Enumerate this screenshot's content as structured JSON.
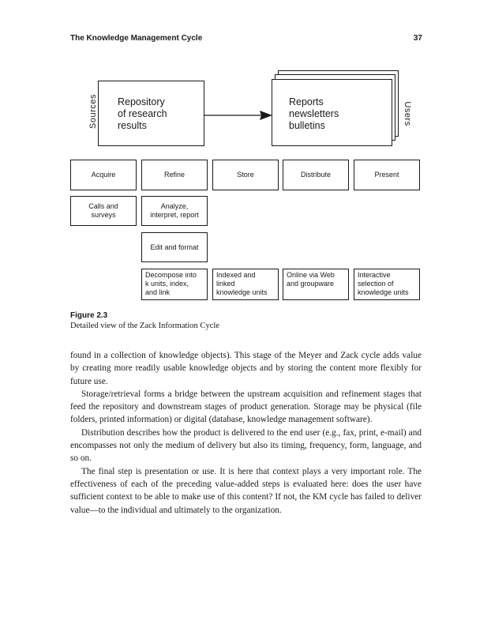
{
  "header": {
    "running_title": "The Knowledge Management Cycle",
    "page_number": "37"
  },
  "figure": {
    "sources_label": "Sources",
    "users_label": "Users",
    "repository_text": "Repository\nof research\nresults",
    "reports_text": "Reports\nnewsletters\nbulletins",
    "stages": [
      "Acquire",
      "Refine",
      "Store",
      "Distribute",
      "Present"
    ],
    "details": {
      "acquire_1": "Calls and\nsurveys",
      "refine_1": "Analyze,\ninterpret, report",
      "refine_2": "Edit and format",
      "refine_3": "Decompose into\nk units, index,\nand link",
      "store_1": "Indexed and\nlinked\nknowledge units",
      "distribute_1": "Online via Web\nand groupware",
      "present_1": "Interactive\nselection of\nknowledge units"
    },
    "label": "Figure 2.3",
    "caption": "Detailed view of the Zack Information Cycle"
  },
  "body": {
    "p1": "found in a collection of knowledge objects). This stage of the Meyer and Zack cycle adds value by creating more readily usable knowledge objects and by storing the content more flexibly for future use.",
    "p2": "Storage/retrieval forms a bridge between the upstream acquisition and refinement stages that feed the repository and downstream stages of product generation. Storage may be physical (file folders, printed information) or digital (database, knowledge management software).",
    "p3": "Distribution describes how the product is delivered to the end user (e.g., fax, print, e-mail) and encompasses not only the medium of delivery but also its timing, frequency, form, language, and so on.",
    "p4": "The final step is presentation or use. It is here that context plays a very important role. The effectiveness of each of the preceding value-added steps is evaluated here: does the user have sufficient context to be able to make use of this content? If not, the KM cycle has failed to deliver value—to the individual and ultimately to the organization."
  }
}
